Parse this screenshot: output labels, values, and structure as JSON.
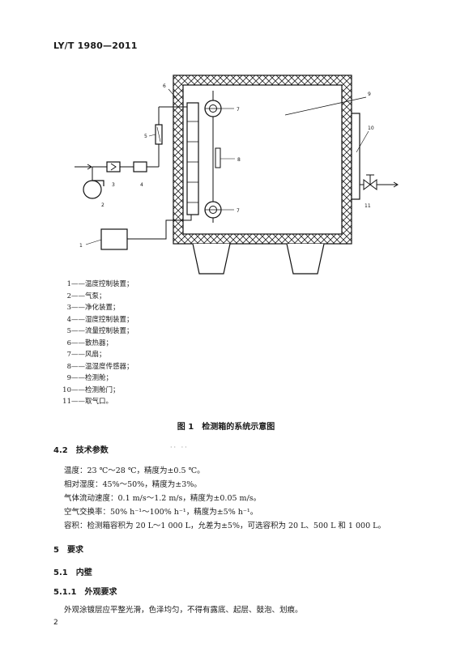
{
  "header": {
    "standard_code": "LY/T 1980—2011"
  },
  "figure": {
    "callouts": [
      "1",
      "2",
      "3",
      "4",
      "5",
      "6",
      "7",
      "8",
      "9",
      "10",
      "11"
    ],
    "legend": [
      {
        "num": "1",
        "text": "——温度控制装置；"
      },
      {
        "num": "2",
        "text": "——气泵；"
      },
      {
        "num": "3",
        "text": "——净化装置；"
      },
      {
        "num": "4",
        "text": "——湿度控制装置；"
      },
      {
        "num": "5",
        "text": "——流量控制装置；"
      },
      {
        "num": "6",
        "text": "——散热器；"
      },
      {
        "num": "7",
        "text": "——风扇；"
      },
      {
        "num": "8",
        "text": "——温湿度传感器；"
      },
      {
        "num": "9",
        "text": "——检测舱；"
      },
      {
        "num": "10",
        "text": "——检测舱门；"
      },
      {
        "num": "11",
        "text": "——取气口。"
      }
    ],
    "caption": "图 1　检测箱的系统示意图"
  },
  "section_4_2": {
    "number": "4.2",
    "title": "技术参数",
    "params": [
      "温度：23 ℃～28 ℃，精度为±0.5 ℃。",
      "相对湿度：45%～50%，精度为±3%。",
      "气体流动速度：0.1 m/s～1.2 m/s，精度为±0.05 m/s。",
      "空气交换率：50% h⁻¹～100% h⁻¹，精度为±5% h⁻¹。",
      "容积：检测箱容积为 20 L～1 000 L，允差为±5%，可选容积为 20 L、500 L 和 1 000 L。"
    ]
  },
  "section_5": {
    "number": "5",
    "title": "要求"
  },
  "section_5_1": {
    "number": "5.1",
    "title": "内壁"
  },
  "section_5_1_1": {
    "number": "5.1.1",
    "title": "外观要求",
    "text": "外观涂镀层应平整光滑，色泽均匀，不得有露底、起层、鼓泡、划痕。"
  },
  "page_number": "2"
}
